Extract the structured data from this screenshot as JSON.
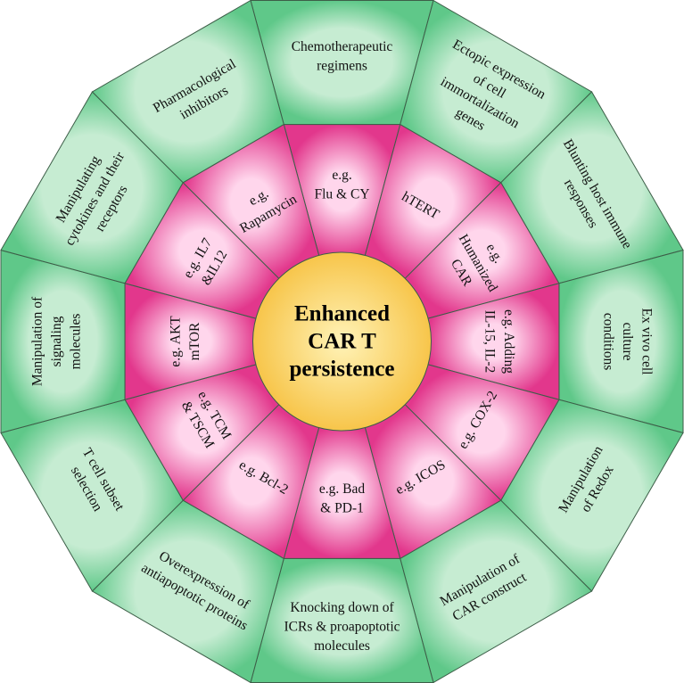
{
  "center": {
    "lines": [
      "Enhanced",
      "CAR T",
      "persistence"
    ]
  },
  "colors": {
    "outer_fill": "#5fc889",
    "outer_fill_light": "#c6ecd2",
    "inner_fill": "#e2378c",
    "inner_fill_light": "#ffd6ec",
    "center_fill": "#f7c54a",
    "center_fill_light": "#fff3b8",
    "stroke": "#3d5e48"
  },
  "outer_segments": [
    {
      "lines": [
        "Chemotherapeutic",
        "regimens"
      ]
    },
    {
      "lines": [
        "Ectopic expression",
        "of cell",
        "immortalization",
        "genes"
      ]
    },
    {
      "lines": [
        "Blunting host immune",
        "responses"
      ]
    },
    {
      "lines": [
        "Ex vivo cell",
        "culture",
        "conditions"
      ]
    },
    {
      "lines": [
        "Manipulation",
        "of Redox"
      ]
    },
    {
      "lines": [
        "Manipulation of",
        "CAR construct"
      ]
    },
    {
      "lines": [
        "Knocking down of",
        "ICRs & proapoptotic",
        "molecules"
      ]
    },
    {
      "lines": [
        "Overexpression of",
        "antiapoptotic proteins"
      ]
    },
    {
      "lines": [
        "T cell subset",
        "selection"
      ]
    },
    {
      "lines": [
        "Manipulation of",
        "signaling",
        "molecules"
      ]
    },
    {
      "lines": [
        "Manipulating",
        "cytokines and their",
        "receptors"
      ]
    },
    {
      "lines": [
        "Pharmacological",
        "inhibitors"
      ]
    }
  ],
  "inner_segments": [
    {
      "lines": [
        "e.g.",
        "Flu & CY"
      ]
    },
    {
      "lines": [
        "hTERT"
      ]
    },
    {
      "lines": [
        "e.g.",
        "Humanized",
        "CAR"
      ]
    },
    {
      "lines": [
        "e.g. Adding",
        "IL-15, IL-2"
      ]
    },
    {
      "lines": [
        "e.g. COX-2"
      ]
    },
    {
      "lines": [
        "e.g. ICOS"
      ]
    },
    {
      "lines": [
        "e.g. Bad",
        "& PD-1"
      ]
    },
    {
      "lines": [
        "e.g. Bcl-2"
      ]
    },
    {
      "lines": [
        "e.g. TCM",
        "& TSCM"
      ]
    },
    {
      "lines": [
        "e.g. AKT",
        "mTOR"
      ]
    },
    {
      "lines": [
        "e.g. IL7",
        "&IL12"
      ]
    },
    {
      "lines": [
        "e.g.",
        "Rapamycin"
      ]
    }
  ]
}
